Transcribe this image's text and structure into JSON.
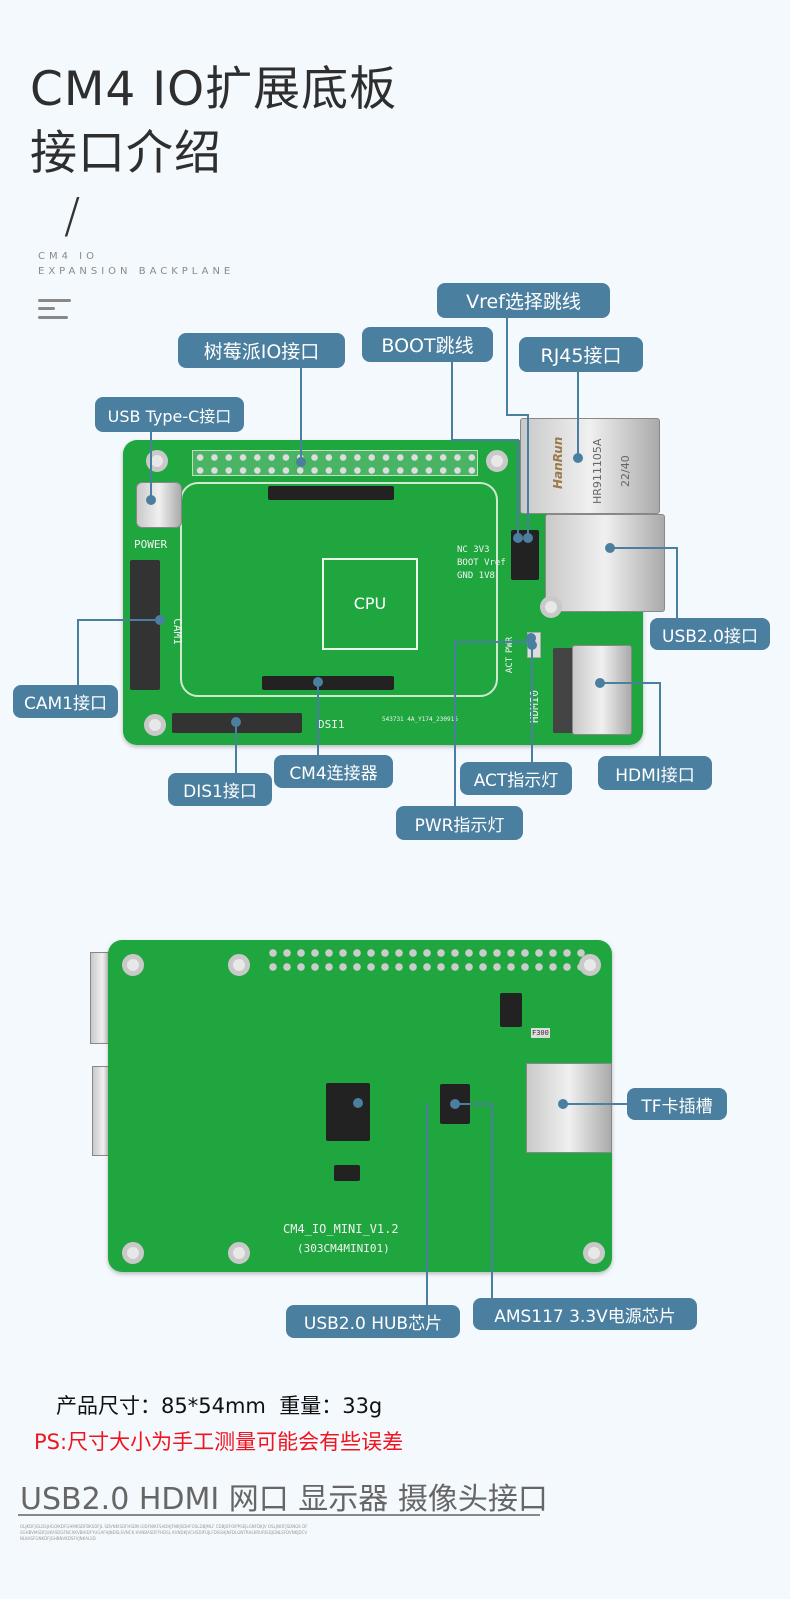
{
  "header": {
    "title_line1": "CM4 IO扩展底板",
    "title_line2": "接口介绍",
    "slash": "/",
    "subtitle_line1": "CM4 IO",
    "subtitle_line2": "EXPANSION BACKPLANE"
  },
  "front_board": {
    "labels": {
      "vref": "Vref选择跳线",
      "gpio": "树莓派IO接口",
      "boot": "BOOT跳线",
      "rj45": "RJ45接口",
      "usbc": "USB Type-C接口",
      "usb2": "USB2.0接口",
      "cam1": "CAM1接口",
      "hdmi": "HDMI接口",
      "act": "ACT指示灯",
      "cm4": "CM4连接器",
      "dsi1": "DIS1接口",
      "pwr": "PWR指示灯"
    },
    "silkscreen": {
      "cpu": "CPU",
      "power": "POWER",
      "cam1": "CAM1",
      "dsi1": "DSI1",
      "hdmi": "HDMI0",
      "jumper_row1": "NC  3V3",
      "jumper_row2": "BOOT Vref",
      "jumper_row3": "GND  1V8",
      "act": "ACT",
      "pwr": "PWR",
      "part_no": "543731 4A_Y174_230916",
      "rj45_brand": "HanRun",
      "rj45_model": "HR911105A",
      "rj45_date": "22/40"
    }
  },
  "back_board": {
    "labels": {
      "tf": "TF卡插槽",
      "hub": "USB2.0 HUB芯片",
      "ams": "AMS117 3.3V电源芯片"
    },
    "silkscreen": {
      "name": "CM4_IO_MINI_V1.2",
      "code": "(303CM4MINI01)",
      "f300": "F300"
    }
  },
  "specs": {
    "size_weight": "产品尺寸：85*54mm  重量：33g",
    "note": "PS:尺寸大小为手工测量可能会有些误差",
    "features": "USB2.0 HDMI 网口 显示器 摄像头接口",
    "fine_print": "OLJKDFJGLDSJHGOIKDFGHMKSDFBKSDFJL SDVNKISDFHSDN GIDFNIKFSADHJFNKJSDHFOSLDBJMLF CDBJDFOIPPSEJLGNFDKJV OSLJNOFJSDNGK DFSGHBVMSDFJUKASDGFNCXKVBHIDFYUGAFHJNDSLSVNCK HVNBASDFYHDSL KVNDKJVCHSDIFUJLFDSGHJNFDLGNTRHLKRURISDJGNLSFDVNKJDCVNLKASFGNKDFJGHBNVKDSFVJNKALSD"
  }
}
